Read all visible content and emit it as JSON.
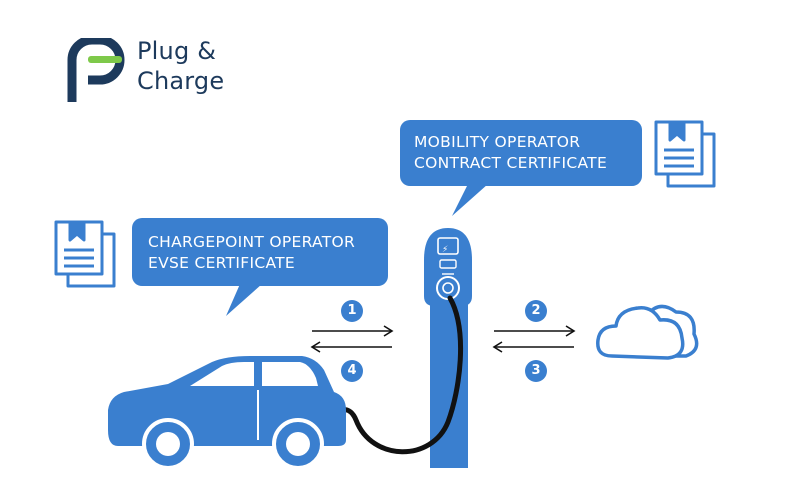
{
  "logo": {
    "line1": "Plug &",
    "line2": "Charge",
    "icon": "plug-and-charge-logo-icon",
    "colors": {
      "dark": "#1d3a5c",
      "accent": "#7ec94a"
    }
  },
  "bubbles": {
    "mobility_operator": {
      "line1": "MOBILITY OPERATOR",
      "line2": "CONTRACT CERTIFICATE"
    },
    "chargepoint_operator": {
      "line1": "CHARGEPOINT OPERATOR",
      "line2": "EVSE CERTIFICATE"
    }
  },
  "steps": {
    "s1": "1",
    "s2": "2",
    "s3": "3",
    "s4": "4"
  },
  "icons": {
    "certificate_top": "certificate-document-icon",
    "certificate_left": "certificate-document-icon",
    "car": "electric-car-icon",
    "charger": "charging-station-icon",
    "cloud": "cloud-icon"
  },
  "colors": {
    "primary_blue": "#3a7fcf",
    "light_blue": "#5b9fe0",
    "cable": "#111111",
    "background": "#ffffff"
  }
}
